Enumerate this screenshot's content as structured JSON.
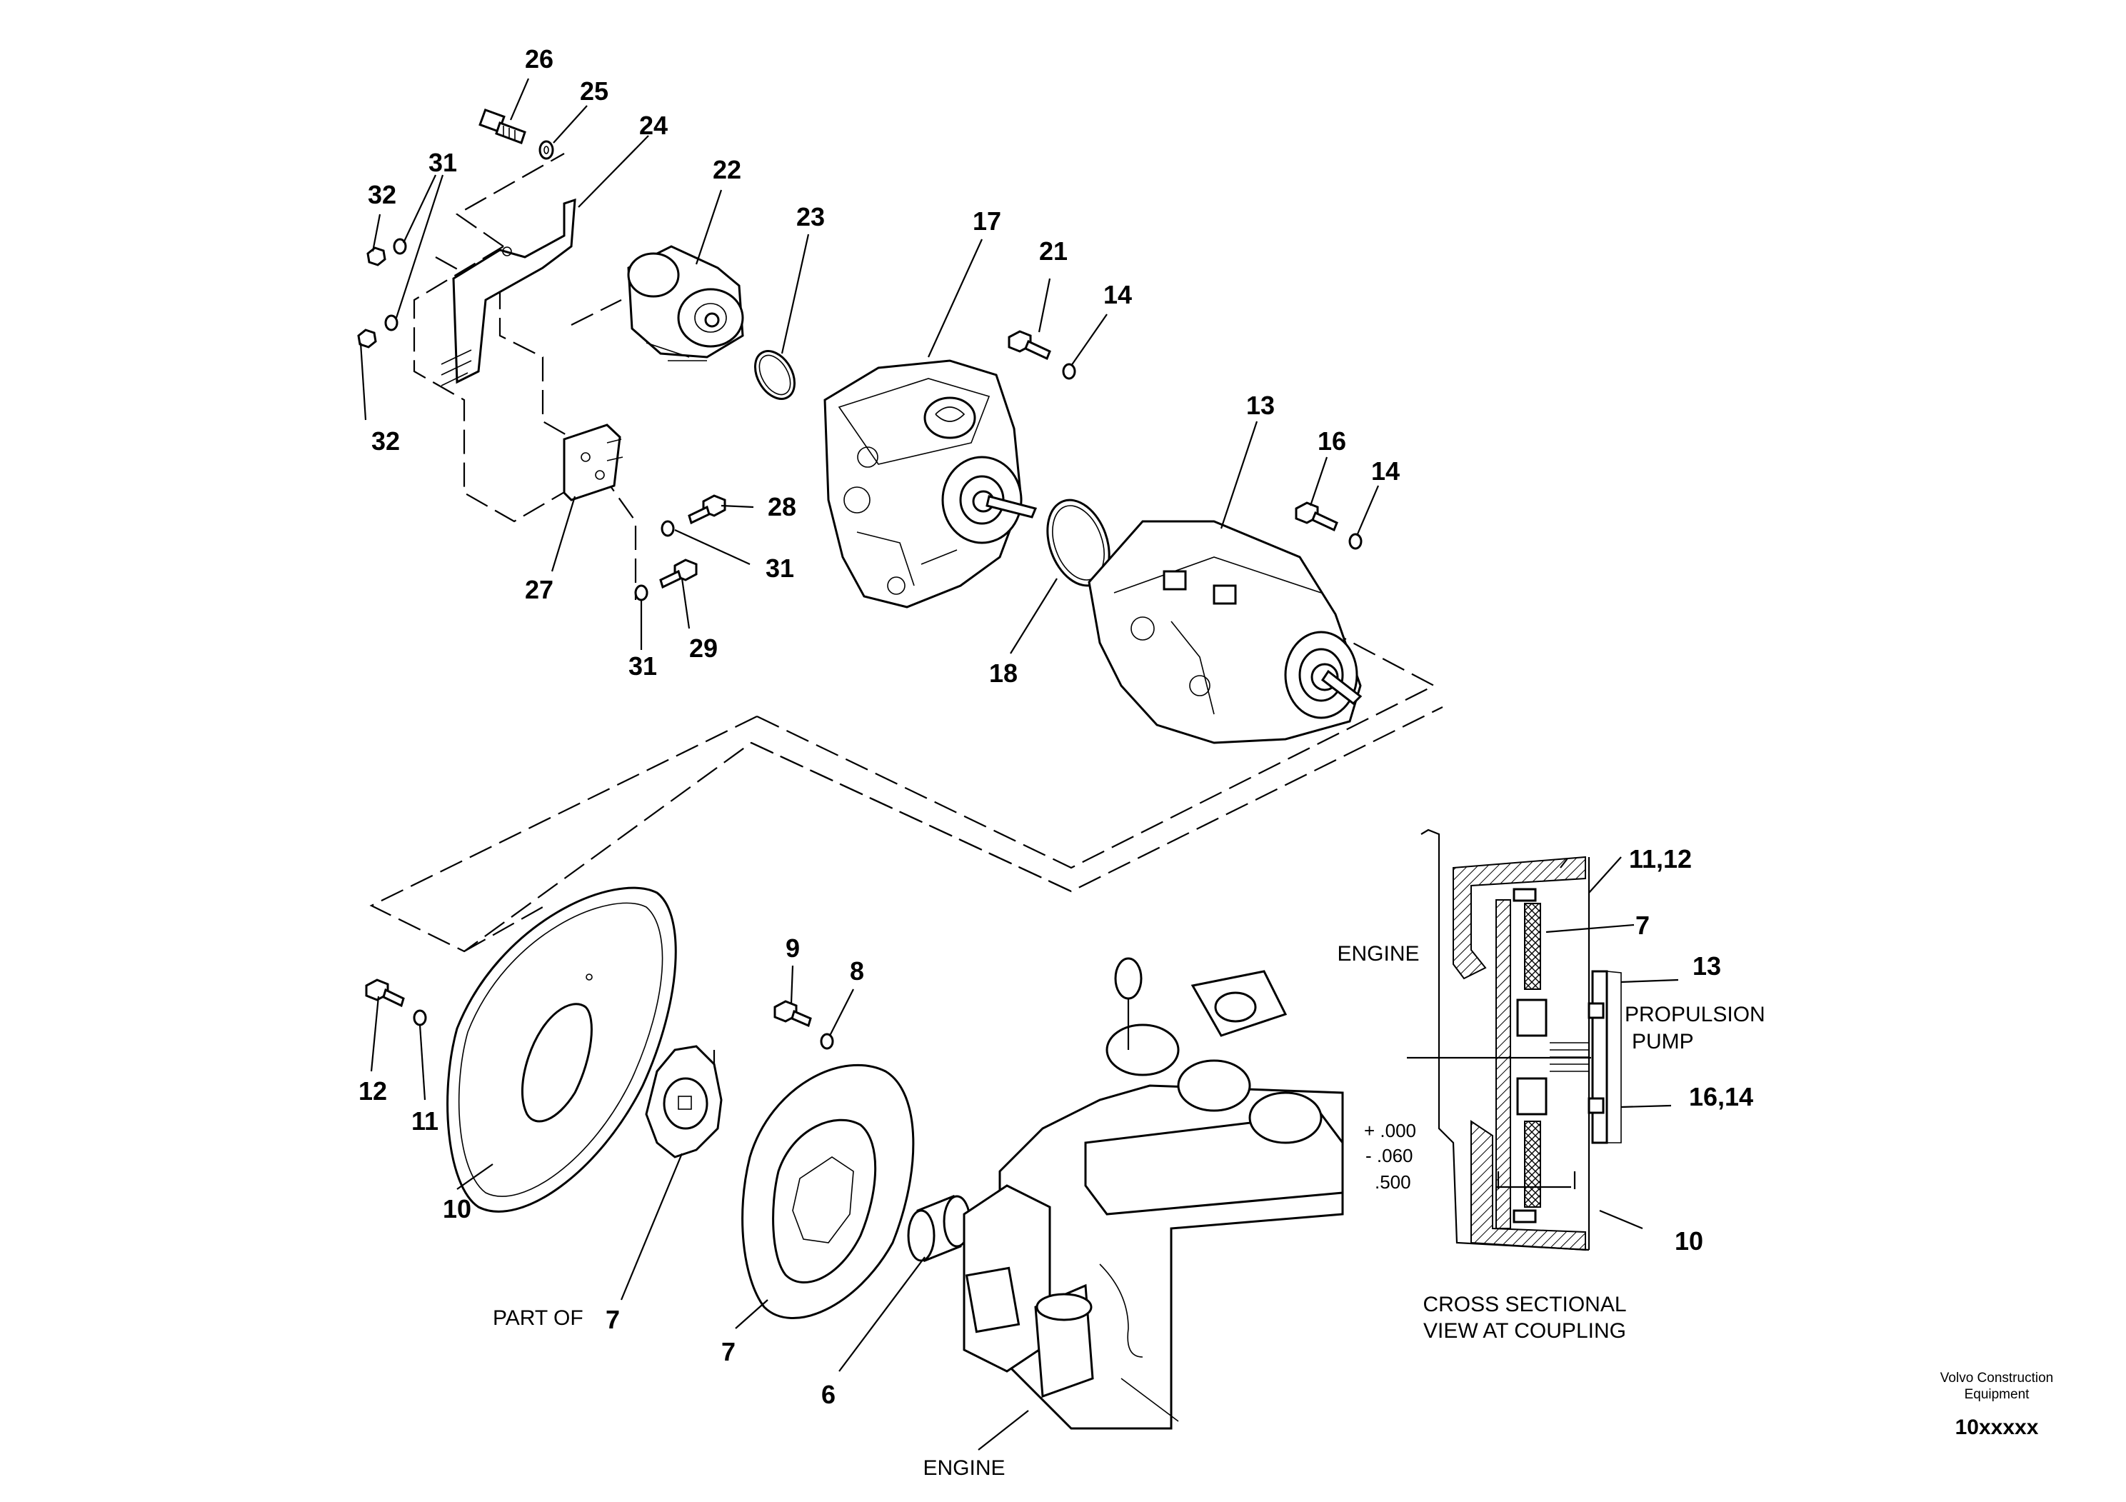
{
  "callouts": {
    "c26": "26",
    "c25": "25",
    "c24": "24",
    "c22": "22",
    "c23": "23",
    "c17": "17",
    "c21": "21",
    "c14a": "14",
    "c31a": "31",
    "c32a": "32",
    "c32b": "32",
    "c28": "28",
    "c31b": "31",
    "c27": "27",
    "c31c": "31",
    "c29": "29",
    "c18": "18",
    "c13": "13",
    "c16": "16",
    "c14b": "14",
    "c9": "9",
    "c8": "8",
    "c12": "12",
    "c11": "11",
    "c10": "10",
    "c7a": "7",
    "c7b": "7",
    "c6": "6"
  },
  "notes": {
    "part_of": "PART OF",
    "engine_bottom": "ENGINE"
  },
  "section": {
    "engine": "ENGINE",
    "c1112": "11,12",
    "c7": "7",
    "c13": "13",
    "propulsion": "PROPULSION",
    "pump": "PUMP",
    "c1614": "16,14",
    "c10": "10",
    "tol_plus": "+ .000",
    "tol_minus": "- .060",
    "tol_val": ".500",
    "caption_line1": "CROSS SECTIONAL",
    "caption_line2": "VIEW AT COUPLING"
  },
  "footer": {
    "brand_line1": "Volvo Construction",
    "brand_line2": "Equipment",
    "drawing_no": "10xxxxx"
  }
}
